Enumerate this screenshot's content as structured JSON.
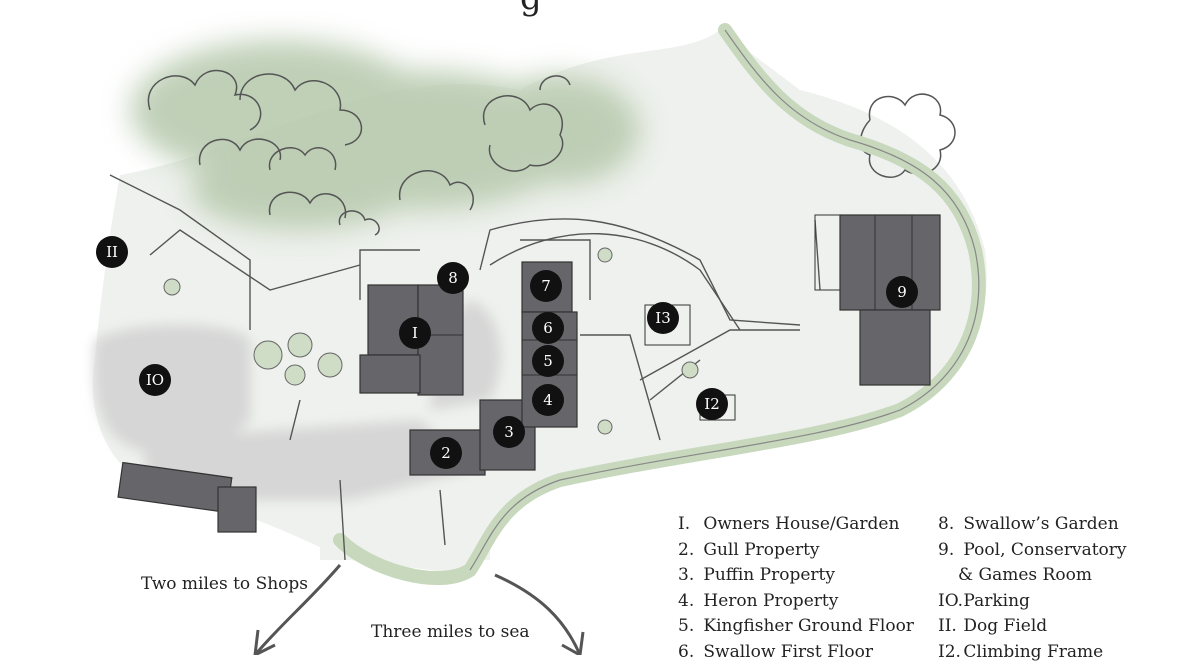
{
  "title_fragment": "g",
  "markers": [
    {
      "id": "1",
      "label": "I"
    },
    {
      "id": "2",
      "label": "2"
    },
    {
      "id": "3",
      "label": "3"
    },
    {
      "id": "4",
      "label": "4"
    },
    {
      "id": "5",
      "label": "5"
    },
    {
      "id": "6",
      "label": "6"
    },
    {
      "id": "7",
      "label": "7"
    },
    {
      "id": "8",
      "label": "8"
    },
    {
      "id": "9",
      "label": "9"
    },
    {
      "id": "10",
      "label": "IO"
    },
    {
      "id": "11",
      "label": "II"
    },
    {
      "id": "12",
      "label": "I2"
    },
    {
      "id": "13",
      "label": "I3"
    }
  ],
  "notes": {
    "shops": "Two miles to Shops",
    "sea": "Three miles to sea"
  },
  "legend_left": [
    {
      "num": "I.",
      "text": "Owners House/Garden"
    },
    {
      "num": "2.",
      "text": "Gull Property"
    },
    {
      "num": "3.",
      "text": "Puffin Property"
    },
    {
      "num": "4.",
      "text": "Heron Property"
    },
    {
      "num": "5.",
      "text": "Kingfisher Ground Floor"
    },
    {
      "num": "6.",
      "text": "Swallow First Floor"
    }
  ],
  "legend_right": [
    {
      "num": "8.",
      "text": "Swallow’s Garden"
    },
    {
      "num": "9.",
      "text": "Pool, Conservatory"
    },
    {
      "num": "",
      "text": "& Games Room"
    },
    {
      "num": "IO.",
      "text": "Parking"
    },
    {
      "num": "II.",
      "text": "Dog Field"
    },
    {
      "num": "I2.",
      "text": "Climbing Frame"
    }
  ],
  "colors": {
    "ground": "#eef1ed",
    "trees": "#b9cbb0",
    "hedge": "#c7d8bd",
    "building": "#66656a",
    "yard": "#d6d6d6",
    "line": "#555555",
    "marker": "#111111"
  }
}
